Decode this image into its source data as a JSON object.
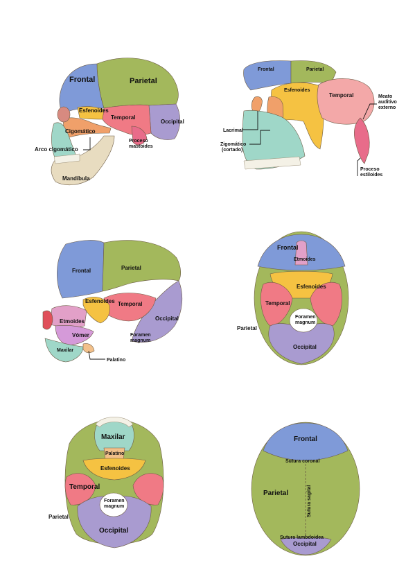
{
  "colors": {
    "frontal": "#7f9ad8",
    "parietal": "#a3b85c",
    "temporal": "#f07a85",
    "occipital": "#a99bd0",
    "sphenoid": "#f5c242",
    "zygomatic": "#f0a06a",
    "maxilla": "#9fd7c8",
    "mandible": "#e8dcc0",
    "ethmoid": "#e2a0c8",
    "palatine": "#f2c08a",
    "lacrimal": "#f3a8a0",
    "vomer": "#d59ad9",
    "teeth": "#f4f1e6"
  },
  "panels": {
    "lateral": {
      "frontal": "Frontal",
      "parietal": "Parietal",
      "esfenoides": "Esfenoides",
      "temporal": "Temporal",
      "occipital": "Occipital",
      "cigomatico": "Cigomático",
      "arco": "Arco cigomático",
      "proceso_line1": "Proceso",
      "proceso_line2": "mastoides",
      "mandibula": "Mandíbula"
    },
    "disarticulated": {
      "frontal": "Frontal",
      "parietal": "Parietal",
      "esfenoides": "Esfenoides",
      "temporal": "Temporal",
      "lacrimal": "Lacrimal",
      "zigomatico_line1": "Zigomático",
      "zigomatico_line2": "(cortado)",
      "meato_line1": "Meato",
      "meato_line2": "auditivo",
      "meato_line3": "externo",
      "estiloides_line1": "Proceso",
      "estiloides_line2": "estiloides"
    },
    "sagittal": {
      "frontal": "Frontal",
      "parietal": "Parietal",
      "esfenoides": "Esfenoides",
      "temporal": "Temporal",
      "occipital": "Occipital",
      "etmoides": "Etmoides",
      "vomer": "Vómer",
      "foramen_line1": "Foramen",
      "foramen_line2": "magnum",
      "maxilar": "Maxilar",
      "palatino": "Palatino"
    },
    "base_internal": {
      "frontal": "Frontal",
      "etmoides": "Etmoides",
      "esfenoides": "Esfenoides",
      "temporal": "Temporal",
      "foramen_line1": "Foramen",
      "foramen_line2": "magnum",
      "parietal": "Parietal",
      "occipital": "Occipital"
    },
    "base_external": {
      "maxilar": "Maxilar",
      "palatino": "Palatino",
      "esfenoides": "Esfenoides",
      "temporal": "Temporal",
      "foramen_line1": "Foramen",
      "foramen_line2": "magnum",
      "parietal": "Parietal",
      "occipital": "Occipital"
    },
    "superior": {
      "frontal": "Frontal",
      "sutura_coronal": "Sutura coronal",
      "parietal": "Parietal",
      "sutura_sagital": "Sutura sagital",
      "sutura_lambdoidea": "Sutura lambdoidea",
      "occipital": "Occipital"
    }
  }
}
